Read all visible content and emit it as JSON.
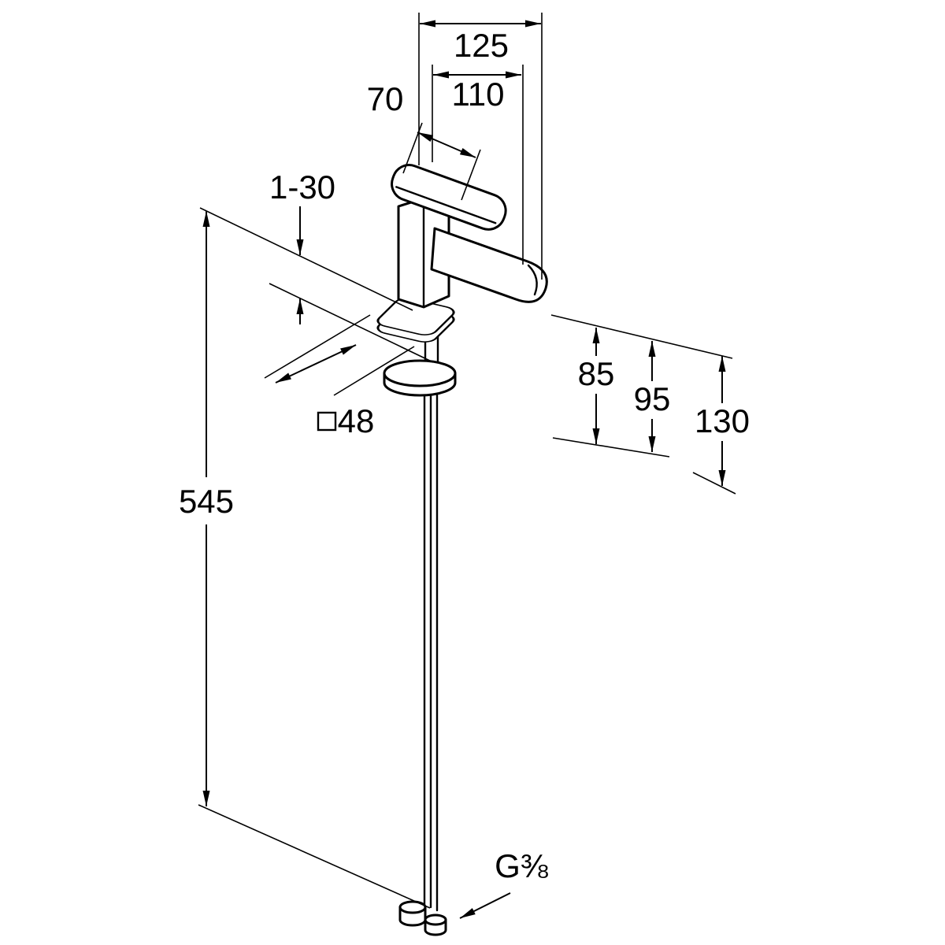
{
  "drawing": {
    "subject": "single-lever-basin-mixer-tap-isometric-dimension-drawing",
    "colors": {
      "background": "#ffffff",
      "lines": "#000000"
    },
    "dimensions": {
      "d125": "125",
      "d110": "110",
      "d70": "70",
      "d1_30": "1-30",
      "d85": "85",
      "d95": "95",
      "d130": "130",
      "d48": "48",
      "d48_symbol": "square-symbol",
      "d545": "545",
      "thread": "G⅜"
    }
  }
}
